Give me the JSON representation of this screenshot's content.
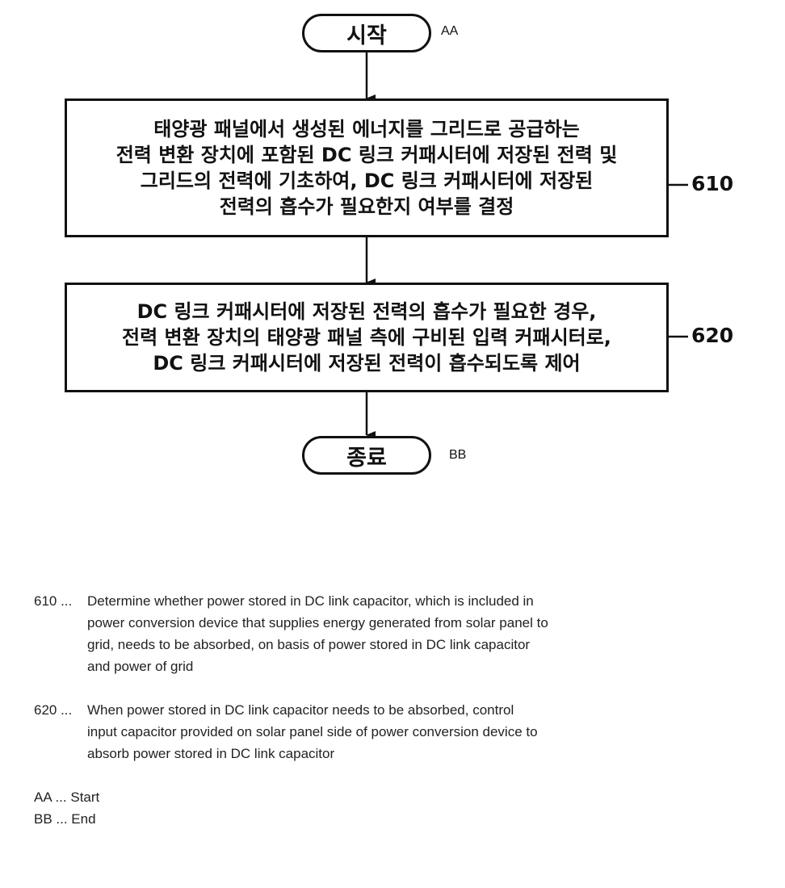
{
  "flowchart": {
    "start": {
      "label": "시작",
      "tag": "AA"
    },
    "end": {
      "label": "종료",
      "tag": "BB"
    },
    "steps": [
      {
        "ref": "610",
        "lines": [
          "태양광 패널에서 생성된 에너지를 그리드로 공급하는",
          "전력 변환 장치에 포함된 DC 링크 커패시터에 저장된 전력 및",
          "그리드의 전력에 기초하여, DC 링크 커패시터에 저장된",
          "전력의 흡수가 필요한지 여부를 결정"
        ]
      },
      {
        "ref": "620",
        "lines": [
          "DC 링크 커패시터에 저장된 전력의 흡수가 필요한 경우,",
          "전력 변환 장치의 태양광 패널 측에 구비된 입력 커패시터로,",
          "DC 링크 커패시터에 저장된 전력이 흡수되도록 제어"
        ]
      }
    ]
  },
  "legend": {
    "entries": [
      {
        "key": "610 ...",
        "lines": [
          "Determine whether power stored in DC link capacitor, which is included in",
          "power conversion device that supplies energy generated from solar panel to",
          "grid, needs to be absorbed, on basis of power stored in DC link capacitor",
          "and power of grid"
        ]
      },
      {
        "key": "620 ...",
        "lines": [
          "When power stored in DC link capacitor needs to be absorbed, control",
          "input capacitor provided on solar panel side of power conversion device to",
          "absorb power stored in DC link capacitor"
        ]
      }
    ],
    "short_entries": [
      "AA ... Start",
      "BB ... End"
    ]
  }
}
